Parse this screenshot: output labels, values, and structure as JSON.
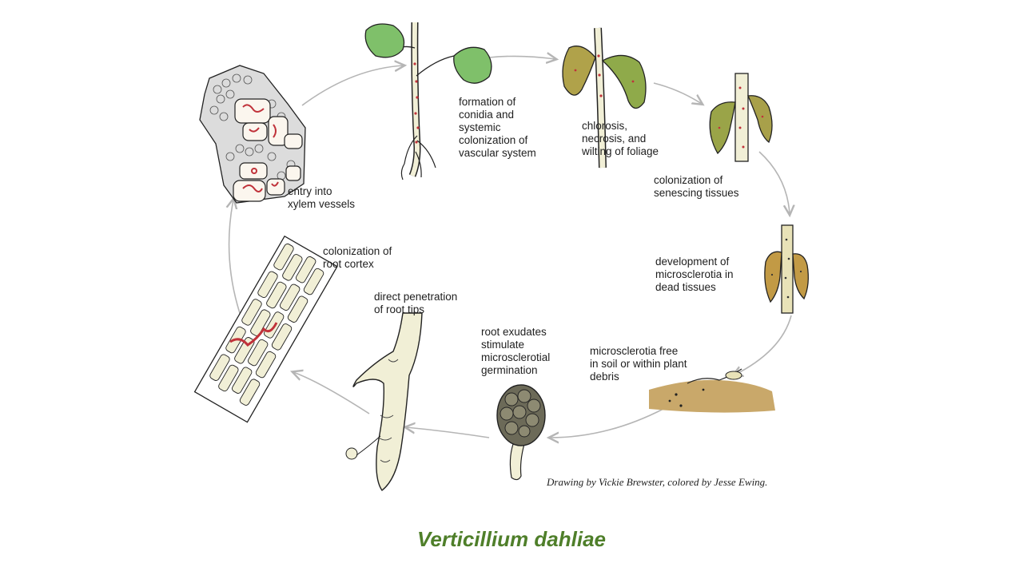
{
  "colors": {
    "title": "#4f7f2a",
    "arrow": "#b5b5b5",
    "fungus_red": "#c0323a",
    "leaf_green": "#7fc06a",
    "dying_leaf": "#b0a24a",
    "dead_leaf": "#c29a45",
    "stem": "#f1efd6",
    "soil": "#c9a86a"
  },
  "labels": {
    "formation": "formation of\nconidia and\nsystemic\ncolonization of\nvascular system",
    "chlorosis": "chlorosis,\nnecrosis, and\nwilting of foliage",
    "senescing": "colonization of\nsenescing tissues",
    "development": "development of\nmicrosclerotia in\ndead tissues",
    "free": "microsclerotia free\nin soil or within plant\ndebris",
    "exudates": "root exudates\nstimulate\nmicrosclerotial\ngermination",
    "penetration": "direct penetration\nof root tips",
    "cortex": "colonization of\nroot cortex",
    "xylem": "entry into\nxylem vessels"
  },
  "credit": "Drawing by Vickie Brewster, colored by Jesse Ewing.",
  "title": "Verticillium dahliae"
}
